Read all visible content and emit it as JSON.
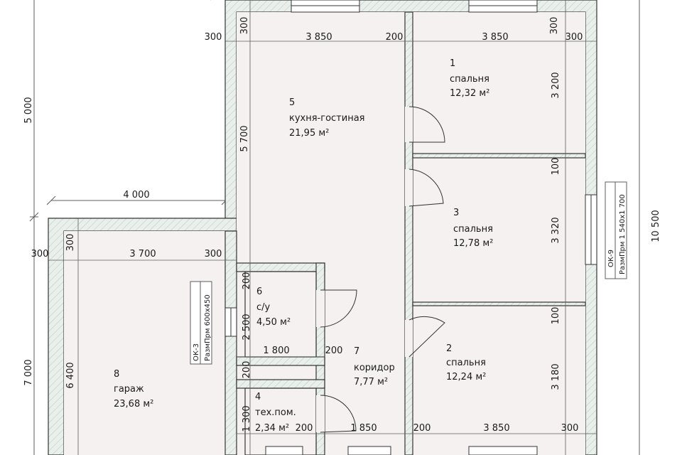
{
  "colors": {
    "wall_fill": "#e9f0ec",
    "room_fill": "#f4f1f0",
    "line": "#333333",
    "dim_line": "#5c5c5c",
    "window_fill": "#ffffff"
  },
  "rooms": [
    {
      "number": "1",
      "name": "спальня",
      "area": "12,32 м²"
    },
    {
      "number": "2",
      "name": "спальня",
      "area": "12,24 м²"
    },
    {
      "number": "3",
      "name": "спальня",
      "area": "12,78 м²"
    },
    {
      "number": "4",
      "name": "тех.пом.",
      "area": "2,34 м²"
    },
    {
      "number": "5",
      "name": "кухня-гостиная",
      "area": "21,95 м²"
    },
    {
      "number": "6",
      "name": "с/у",
      "area": "4,50 м²"
    },
    {
      "number": "7",
      "name": "коридор",
      "area": "7,77 м²"
    },
    {
      "number": "8",
      "name": "гараж",
      "area": "23,68 м²"
    }
  ],
  "dimensions": {
    "overall_upper_height": "5 000",
    "overall_lower_height": "7 000",
    "overall_right_height": "10 500",
    "garage_offset": "4 000",
    "top_left_wall": "300",
    "top_left_room": "3 850",
    "top_mid_wall": "200",
    "top_right_room": "3 850",
    "top_right_wall": "300",
    "top_left_vert_wall": "300",
    "top_right_vert_wall": "300",
    "kitchen_height": "5 700",
    "bedroom1_height": "3 200",
    "partition_1": "100",
    "bedroom3_height": "3 320",
    "partition_2": "100",
    "bedroom2_height": "3 180",
    "garage_left_wall": "300",
    "garage_width": "3 700",
    "garage_right_wall": "300",
    "garage_top_wall": "300",
    "garage_height": "6 400",
    "wc_top_wall": "200",
    "wc_height": "2 500",
    "wc_width": "1 800",
    "wc_right_wall": "200",
    "tech_top_wall": "200",
    "tech_height": "1 300",
    "tech_right_wall": "200",
    "corridor_width": "1 850",
    "bottom_mid_wall": "200",
    "bottom_right_room": "3 850",
    "bottom_right_wall": "300"
  },
  "windows": {
    "right": {
      "code": "ОК-9",
      "size": "РазмПрм  1 540x1 700"
    },
    "garage": {
      "code": "ОК-3",
      "size": "РазмПрм  600x450"
    }
  }
}
